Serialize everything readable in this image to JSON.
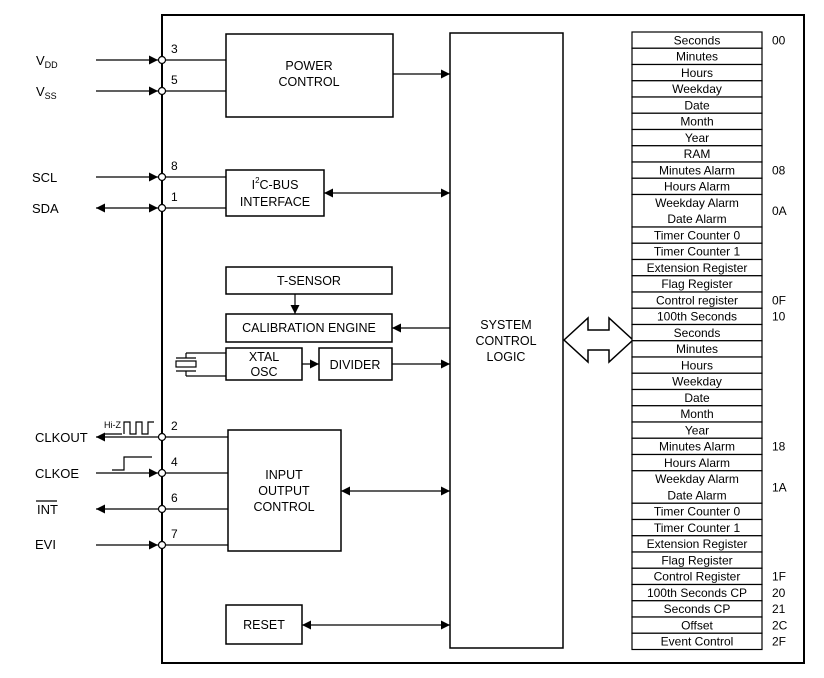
{
  "signals": {
    "vdd": "V",
    "vdd_sub": "DD",
    "vss": "V",
    "vss_sub": "SS",
    "scl": "SCL",
    "sda": "SDA",
    "clkout": "CLKOUT",
    "clkoe": "CLKOE",
    "int": "INT",
    "evi": "EVI",
    "hiz": "Hi-Z"
  },
  "pins": {
    "vdd": "3",
    "vss": "5",
    "scl": "8",
    "sda": "1",
    "clkout": "2",
    "clkoe": "4",
    "int": "6",
    "evi": "7"
  },
  "blocks": {
    "power_line1": "POWER",
    "power_line2": "CONTROL",
    "i2c_i": "I",
    "i2c_sup": "2",
    "i2c_rest": "C-BUS",
    "i2c_line2": "INTERFACE",
    "tsensor": "T-SENSOR",
    "calib": "CALIBRATION ENGINE",
    "xtal_line1": "XTAL",
    "xtal_line2": "OSC",
    "divider": "DIVIDER",
    "io_line1": "INPUT",
    "io_line2": "OUTPUT",
    "io_line3": "CONTROL",
    "reset": "RESET",
    "scl_line1": "SYSTEM",
    "scl_line2": "CONTROL",
    "scl_line3": "LOGIC"
  },
  "registers": [
    {
      "label": "Seconds",
      "addr": "00"
    },
    {
      "label": "Minutes",
      "addr": ""
    },
    {
      "label": "Hours",
      "addr": ""
    },
    {
      "label": "Weekday",
      "addr": ""
    },
    {
      "label": "Date",
      "addr": ""
    },
    {
      "label": "Month",
      "addr": ""
    },
    {
      "label": "Year",
      "addr": ""
    },
    {
      "label": "RAM",
      "addr": ""
    },
    {
      "label": "Minutes Alarm",
      "addr": "08"
    },
    {
      "label": "Hours Alarm",
      "addr": ""
    },
    {
      "label": "Weekday Alarm",
      "label2": "Date Alarm",
      "addr": "0A"
    },
    {
      "label": "Timer Counter 0",
      "addr": ""
    },
    {
      "label": "Timer Counter 1",
      "addr": ""
    },
    {
      "label": "Extension Register",
      "addr": ""
    },
    {
      "label": "Flag Register",
      "addr": ""
    },
    {
      "label": "Control register",
      "addr": "0F"
    },
    {
      "label": "100th Seconds",
      "addr": "10"
    },
    {
      "label": "Seconds",
      "addr": ""
    },
    {
      "label": "Minutes",
      "addr": ""
    },
    {
      "label": "Hours",
      "addr": ""
    },
    {
      "label": "Weekday",
      "addr": ""
    },
    {
      "label": "Date",
      "addr": ""
    },
    {
      "label": "Month",
      "addr": ""
    },
    {
      "label": "Year",
      "addr": ""
    },
    {
      "label": "Minutes Alarm",
      "addr": "18"
    },
    {
      "label": "Hours Alarm",
      "addr": ""
    },
    {
      "label": "Weekday Alarm",
      "label2": "Date Alarm",
      "addr": "1A"
    },
    {
      "label": "Timer Counter 0",
      "addr": ""
    },
    {
      "label": "Timer Counter 1",
      "addr": ""
    },
    {
      "label": "Extension Register",
      "addr": ""
    },
    {
      "label": "Flag Register",
      "addr": ""
    },
    {
      "label": "Control Register",
      "addr": "1F"
    },
    {
      "label": "100th Seconds CP",
      "addr": "20"
    },
    {
      "label": "Seconds CP",
      "addr": "21"
    },
    {
      "label": "Offset",
      "addr": "2C"
    },
    {
      "label": "Event Control",
      "addr": "2F"
    }
  ]
}
